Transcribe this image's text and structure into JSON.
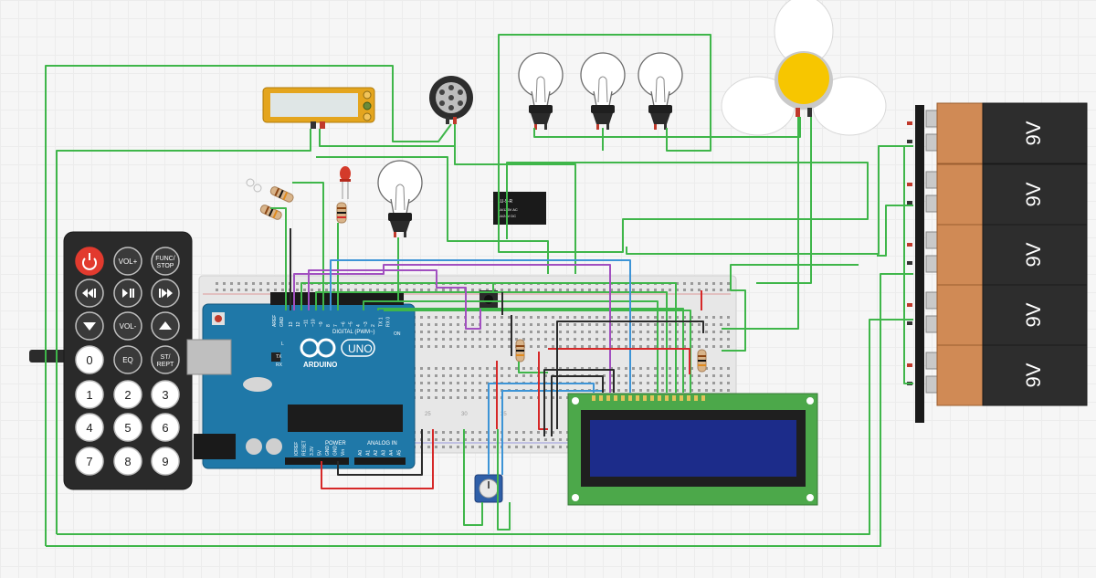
{
  "remote": {
    "buttons": [
      {
        "label": "",
        "kind": "power-icon"
      },
      {
        "label": "VOL+"
      },
      {
        "label": "FUNC/",
        "label2": "STOP"
      },
      {
        "label": "",
        "kind": "rewind-icon"
      },
      {
        "label": "",
        "kind": "play-pause-icon"
      },
      {
        "label": "",
        "kind": "fast-forward-icon"
      },
      {
        "label": "",
        "kind": "down-icon"
      },
      {
        "label": "VOL-"
      },
      {
        "label": "",
        "kind": "up-icon"
      },
      {
        "label": "0"
      },
      {
        "label": "EQ"
      },
      {
        "label": "ST/",
        "label2": "REPT"
      },
      {
        "label": "1"
      },
      {
        "label": "2"
      },
      {
        "label": "3"
      },
      {
        "label": "4"
      },
      {
        "label": "5"
      },
      {
        "label": "6"
      },
      {
        "label": "7"
      },
      {
        "label": "8"
      },
      {
        "label": "9"
      }
    ]
  },
  "arduino": {
    "brand": "ARDUINO",
    "model": "UNO",
    "digital_label": "DIGITAL (PWM~)",
    "power_label": "POWER",
    "analog_label": "ANALOG IN",
    "on_label": "ON",
    "l_label": "L",
    "tx_label": "TX",
    "rx_label": "RX",
    "aref_label": "AREF",
    "gnd_label": "GND",
    "digital_pins": [
      "13",
      "12",
      "~11",
      "~10",
      "~9",
      "8",
      "7",
      "~6",
      "~5",
      "4",
      "~3",
      "2",
      "TX 1",
      "RX 0"
    ],
    "power_pins": [
      "IOREF",
      "RESET",
      "3.3V",
      "5V",
      "GND",
      "GND",
      "Vin"
    ],
    "analog_pins": [
      "A0",
      "A1",
      "A2",
      "A3",
      "A4",
      "A5"
    ]
  },
  "relay": {
    "title": "LU-5-R",
    "line1": "3A/125V AC",
    "line2": "3A/24V DC"
  },
  "breadboard": {
    "numbers": [
      "25",
      "30",
      "35"
    ]
  },
  "batteries": {
    "labels": [
      "9V",
      "9V",
      "9V",
      "9V",
      "9V"
    ]
  },
  "colors": {
    "wire_green": "#3fb64a",
    "wire_purple": "#a14fc0",
    "wire_red": "#d62828",
    "wire_black": "#2a2a2a",
    "wire_blue": "#3d94d6",
    "arduino_blue": "#1f78a8",
    "lcd_green": "#4ca84a",
    "lcd_screen": "#1c2c8a",
    "battery_orange": "#d08a55",
    "battery_black": "#2d2d2d",
    "fan_yellow": "#f7c600",
    "led_red": "#d43a2a"
  }
}
